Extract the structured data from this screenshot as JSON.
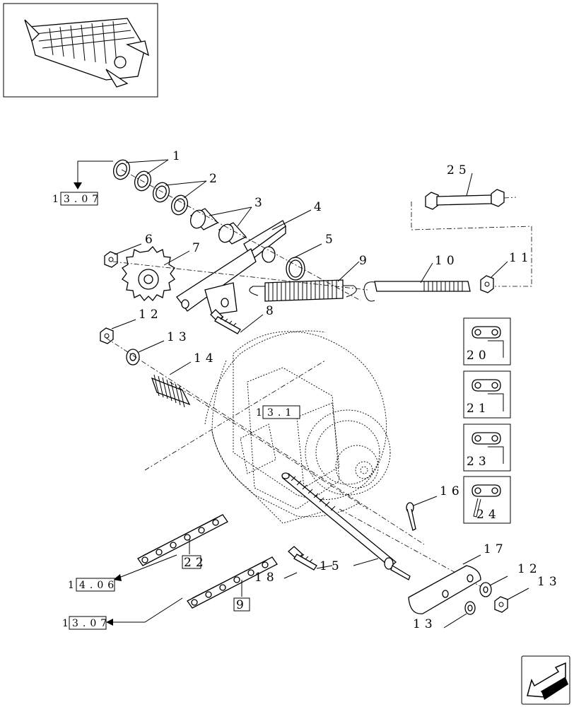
{
  "callouts": [
    {
      "id": "c1",
      "text": "1"
    },
    {
      "id": "c2",
      "text": "2"
    },
    {
      "id": "c3",
      "text": "3"
    },
    {
      "id": "c4",
      "text": "4"
    },
    {
      "id": "c5",
      "text": "5"
    },
    {
      "id": "c6",
      "text": "6"
    },
    {
      "id": "c7",
      "text": "7"
    },
    {
      "id": "c8",
      "text": "8"
    },
    {
      "id": "c9",
      "text": "9"
    },
    {
      "id": "c10",
      "text": "10"
    },
    {
      "id": "c11",
      "text": "11"
    },
    {
      "id": "c12a",
      "text": "12"
    },
    {
      "id": "c12b",
      "text": "12"
    },
    {
      "id": "c13a",
      "text": "13"
    },
    {
      "id": "c13b",
      "text": "13"
    },
    {
      "id": "c13c",
      "text": "13"
    },
    {
      "id": "c14",
      "text": "14"
    },
    {
      "id": "c15",
      "text": "15"
    },
    {
      "id": "c16",
      "text": "16"
    },
    {
      "id": "c17",
      "text": "17"
    },
    {
      "id": "c18",
      "text": "18"
    },
    {
      "id": "c22",
      "text": "22"
    },
    {
      "id": "c9b",
      "text": "9"
    },
    {
      "id": "c25",
      "text": "25"
    }
  ],
  "references": {
    "ref_top": {
      "prefix": "1",
      "boxed": "3.07"
    },
    "ref_mid": {
      "prefix": "1",
      "boxed": "3.1"
    },
    "ref_left": {
      "prefix": "1",
      "boxed": "4.06"
    },
    "ref_bottom": {
      "prefix": "1",
      "boxed": "3.07"
    }
  },
  "link_panels": [
    {
      "label": "20"
    },
    {
      "label": "21"
    },
    {
      "label": "23"
    },
    {
      "label": "24"
    }
  ],
  "icons": {
    "thumbnail": "assembly-thumbnail-icon",
    "nav": "next-page-arrow-icon"
  }
}
